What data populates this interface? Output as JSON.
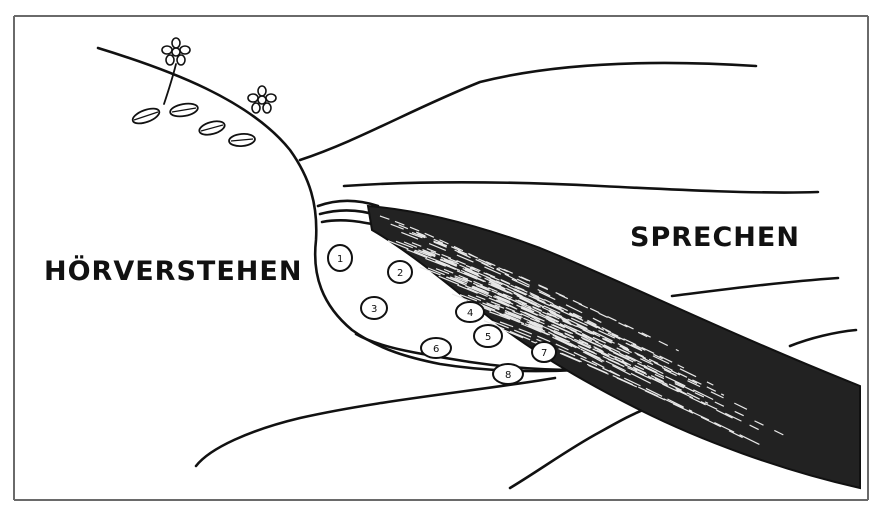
{
  "diagram": {
    "left_label": "HÖRVERSTEHEN",
    "right_label": "SPRECHEN",
    "stone_numbers": [
      "1",
      "2",
      "3",
      "4",
      "5",
      "6",
      "7",
      "8"
    ],
    "colors": {
      "ink": "#111111",
      "paper": "#ffffff",
      "frame": "#6a6a6a"
    },
    "icons": [
      "flower-icon",
      "leaf-icon",
      "stone-icon"
    ]
  }
}
